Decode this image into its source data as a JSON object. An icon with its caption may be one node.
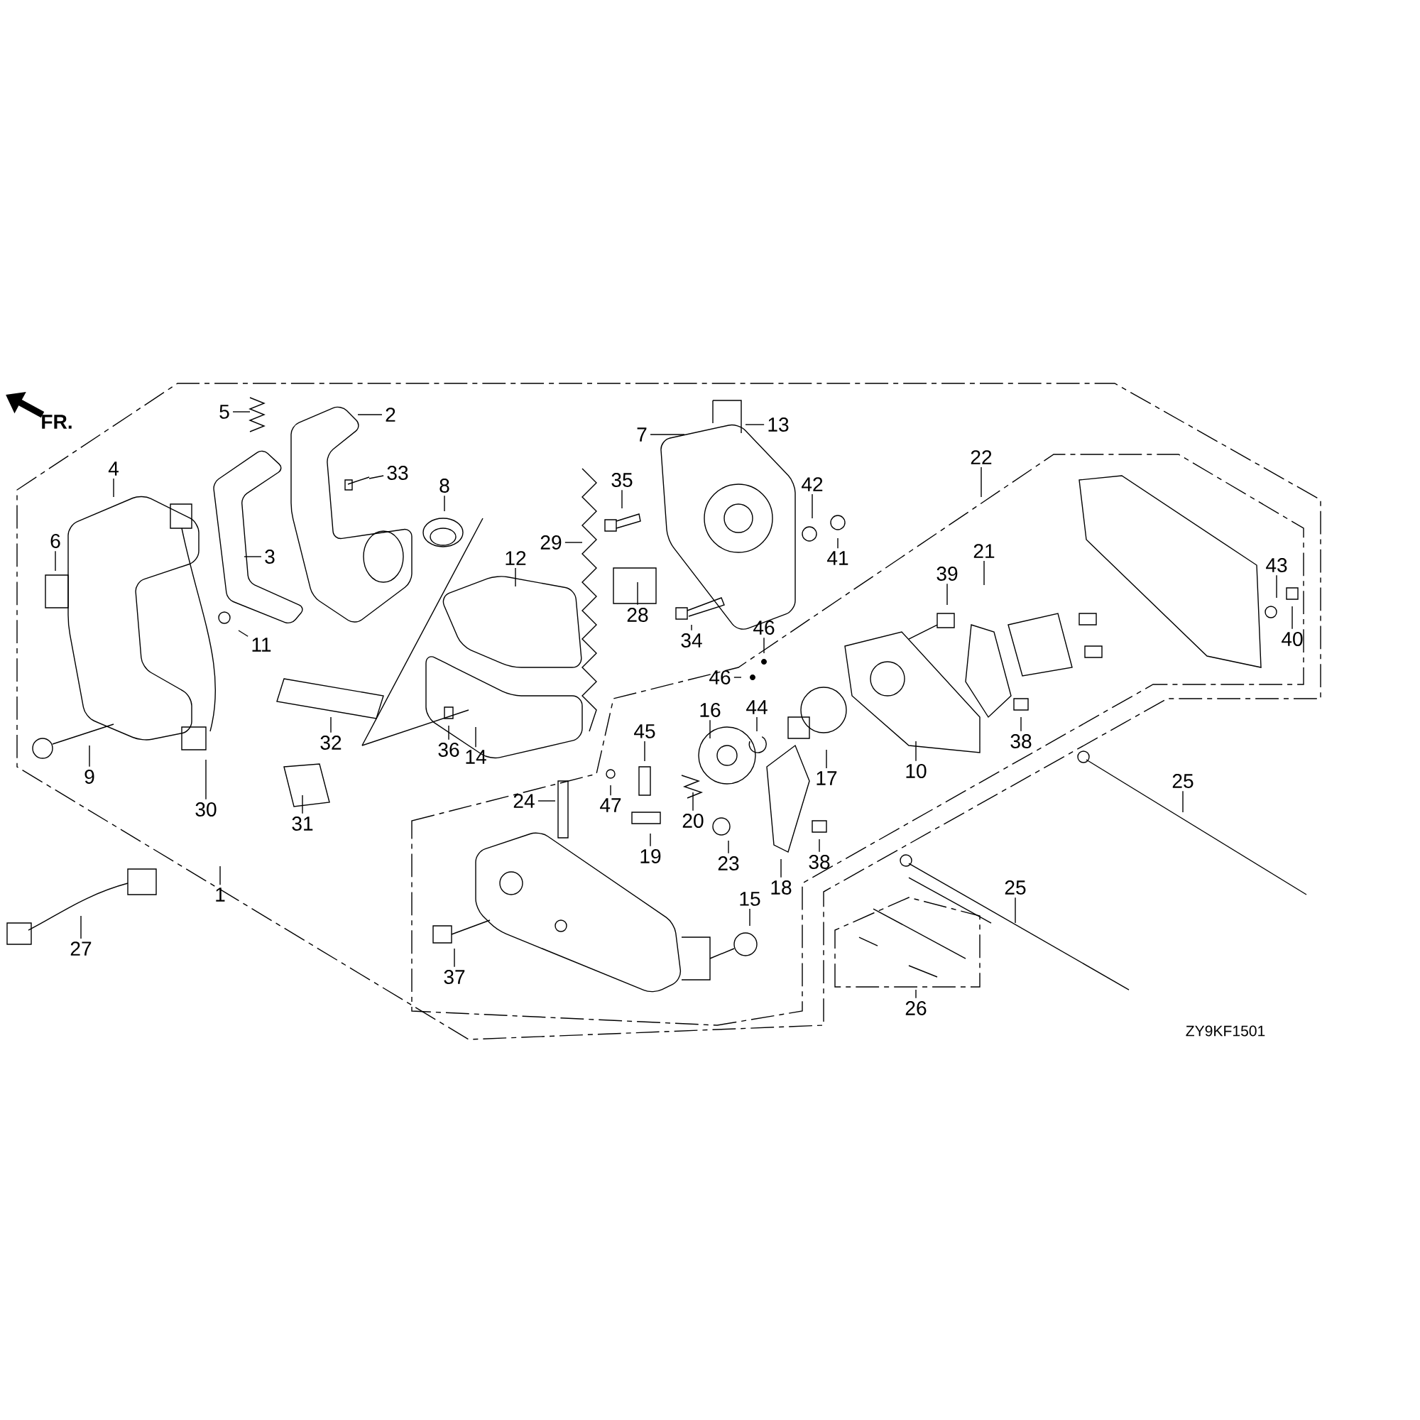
{
  "diagram": {
    "nodes": [
      {
        "text": [
          "2"
        ]
      },
      {
        "text": [
          "13"
        ]
      },
      {
        "text": [
          "5"
        ]
      },
      {
        "text": [
          "7"
        ]
      },
      {
        "text": [
          "22"
        ]
      },
      {
        "text": [
          "4"
        ]
      },
      {
        "text": [
          "33"
        ]
      },
      {
        "text": [
          "8"
        ]
      },
      {
        "text": [
          "35"
        ]
      },
      {
        "text": [
          "42"
        ]
      },
      {
        "text": [
          "6"
        ]
      },
      {
        "text": [
          "29"
        ]
      },
      {
        "text": [
          "3"
        ]
      },
      {
        "text": [
          "12"
        ]
      },
      {
        "text": [
          "41"
        ]
      },
      {
        "text": [
          "21"
        ]
      },
      {
        "text": [
          "43"
        ]
      },
      {
        "text": [
          "39"
        ]
      },
      {
        "text": [
          "28"
        ]
      },
      {
        "text": [
          "46"
        ]
      },
      {
        "text": [
          "40"
        ]
      },
      {
        "text": [
          "34"
        ]
      },
      {
        "text": [
          "11"
        ]
      },
      {
        "text": [
          "46"
        ]
      },
      {
        "text": [
          "16"
        ]
      },
      {
        "text": [
          "44"
        ]
      },
      {
        "text": [
          "32"
        ]
      },
      {
        "text": [
          "36"
        ]
      },
      {
        "text": [
          "14"
        ]
      },
      {
        "text": [
          "45"
        ]
      },
      {
        "text": [
          "38"
        ]
      },
      {
        "text": [
          "10"
        ]
      },
      {
        "text": [
          "9"
        ]
      },
      {
        "text": [
          "17"
        ]
      },
      {
        "text": [
          "25"
        ]
      },
      {
        "text": [
          "24"
        ]
      },
      {
        "text": [
          "47"
        ]
      },
      {
        "text": [
          "30"
        ]
      },
      {
        "text": [
          "31"
        ]
      },
      {
        "text": [
          "20"
        ]
      },
      {
        "text": [
          "19"
        ]
      },
      {
        "text": [
          "23"
        ]
      },
      {
        "text": [
          "38"
        ]
      },
      {
        "text": [
          "18"
        ]
      },
      {
        "text": [
          "25"
        ]
      },
      {
        "text": [
          "1"
        ]
      },
      {
        "text": [
          "15"
        ]
      },
      {
        "text": [
          "27"
        ]
      },
      {
        "text": [
          "37"
        ]
      },
      {
        "text": [
          "26"
        ]
      }
    ],
    "edges": [
      {
        "from": 0,
        "to": null,
        "arrow": "none"
      },
      {
        "from": 1,
        "to": null,
        "arrow": "none"
      },
      {
        "from": 2,
        "to": null,
        "arrow": "none"
      },
      {
        "from": 3,
        "to": null,
        "arrow": "none"
      },
      {
        "from": 4,
        "to": null,
        "arrow": "none"
      },
      {
        "from": 5,
        "to": null,
        "arrow": "none"
      },
      {
        "from": 6,
        "to": null,
        "arrow": "none"
      },
      {
        "from": 7,
        "to": null,
        "arrow": "none"
      },
      {
        "from": 8,
        "to": null,
        "arrow": "none"
      },
      {
        "from": 9,
        "to": null,
        "arrow": "none"
      },
      {
        "from": 10,
        "to": null,
        "arrow": "none"
      },
      {
        "from": 11,
        "to": null,
        "arrow": "none"
      },
      {
        "from": 12,
        "to": null,
        "arrow": "none"
      },
      {
        "from": 13,
        "to": null,
        "arrow": "none"
      },
      {
        "from": 14,
        "to": null,
        "arrow": "none"
      },
      {
        "from": 15,
        "to": null,
        "arrow": "none"
      },
      {
        "from": 16,
        "to": null,
        "arrow": "none"
      },
      {
        "from": 17,
        "to": null,
        "arrow": "none"
      },
      {
        "from": 18,
        "to": null,
        "arrow": "none"
      },
      {
        "from": 19,
        "to": null,
        "arrow": "none"
      },
      {
        "from": 20,
        "to": null,
        "arrow": "none"
      },
      {
        "from": 21,
        "to": null,
        "arrow": "none"
      },
      {
        "from": 22,
        "to": null,
        "arrow": "none"
      },
      {
        "from": 23,
        "to": null,
        "arrow": "none"
      },
      {
        "from": 24,
        "to": null,
        "arrow": "none"
      },
      {
        "from": 25,
        "to": null,
        "arrow": "none"
      },
      {
        "from": 26,
        "to": null,
        "arrow": "none"
      },
      {
        "from": 27,
        "to": null,
        "arrow": "none"
      },
      {
        "from": 28,
        "to": null,
        "arrow": "none"
      },
      {
        "from": 29,
        "to": null,
        "arrow": "none"
      },
      {
        "from": 30,
        "to": null,
        "arrow": "none"
      },
      {
        "from": 31,
        "to": null,
        "arrow": "none"
      },
      {
        "from": 32,
        "to": null,
        "arrow": "none"
      },
      {
        "from": 33,
        "to": null,
        "arrow": "none"
      },
      {
        "from": 34,
        "to": null,
        "arrow": "none"
      },
      {
        "from": 35,
        "to": null,
        "arrow": "none"
      },
      {
        "from": 36,
        "to": null,
        "arrow": "none"
      },
      {
        "from": 37,
        "to": null,
        "arrow": "none"
      },
      {
        "from": 38,
        "to": null,
        "arrow": "none"
      },
      {
        "from": 39,
        "to": null,
        "arrow": "none"
      },
      {
        "from": 40,
        "to": null,
        "arrow": "none"
      },
      {
        "from": 41,
        "to": null,
        "arrow": "none"
      },
      {
        "from": 42,
        "to": null,
        "arrow": "none"
      },
      {
        "from": 43,
        "to": null,
        "arrow": "none"
      },
      {
        "from": 44,
        "to": null,
        "arrow": "none"
      },
      {
        "from": 45,
        "to": null,
        "arrow": "none"
      },
      {
        "from": 46,
        "to": null,
        "arrow": "none"
      },
      {
        "from": 47,
        "to": null,
        "arrow": "none"
      },
      {
        "from": 48,
        "to": null,
        "arrow": "none"
      },
      {
        "from": 49,
        "to": null,
        "arrow": "none"
      }
    ],
    "labels": [
      "FR.",
      "ZY9KF1501"
    ]
  }
}
